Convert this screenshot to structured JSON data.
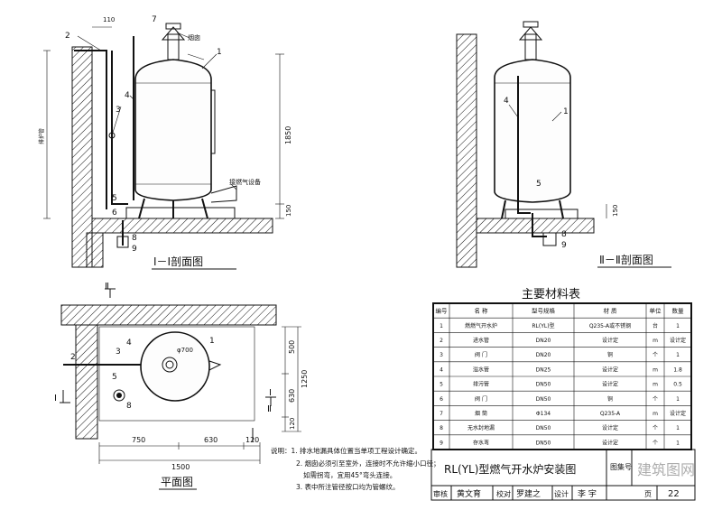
{
  "section_1": {
    "title": "Ⅰ－Ⅰ剖面图",
    "callouts": [
      "1",
      "2",
      "3",
      "4",
      "5",
      "6",
      "7",
      "8",
      "9"
    ],
    "dims": {
      "top_offset": "110",
      "height": "1850",
      "base": "150"
    },
    "labels": {
      "chimney": "烟囱",
      "pipe": "接燃气设备",
      "vertical": "排护管"
    }
  },
  "section_2": {
    "title": "Ⅱ－Ⅱ剖面图",
    "callouts": [
      "1",
      "4",
      "5",
      "8",
      "9"
    ],
    "dims": {
      "base": "150"
    }
  },
  "plan": {
    "title": "平面图",
    "callouts": [
      "1",
      "2",
      "3",
      "4",
      "5",
      "8"
    ],
    "section_marks": [
      "Ⅱ",
      "Ⅰ",
      "Ⅱ",
      "Ⅰ"
    ],
    "dims_h": [
      "750",
      "630",
      "120",
      "1500"
    ],
    "dims_v": [
      "500",
      "1250",
      "630",
      "120"
    ],
    "dia": "φ700"
  },
  "table": {
    "title": "主要材料表",
    "headers": [
      "编号",
      "名  称",
      "型号规格",
      "材    质",
      "单位",
      "数量"
    ],
    "rows": [
      [
        "1",
        "燃燃气开水炉",
        "RL(YL)型",
        "Q235-A或不锈钢",
        "台",
        "1"
      ],
      [
        "2",
        "进水管",
        "DN20",
        "设计定",
        "m",
        "设计定"
      ],
      [
        "3",
        "阀  门",
        "DN20",
        "铜",
        "个",
        "1"
      ],
      [
        "4",
        "溢水管",
        "DN25",
        "设计定",
        "m",
        "1.8"
      ],
      [
        "5",
        "排污管",
        "DN50",
        "设计定",
        "m",
        "0.5"
      ],
      [
        "6",
        "阀  门",
        "DN50",
        "铜",
        "个",
        "1"
      ],
      [
        "7",
        "烟  筒",
        "Φ134",
        "Q235-A",
        "m",
        "设计定"
      ],
      [
        "8",
        "无水封地漏",
        "DN50",
        "设计定",
        "个",
        "1"
      ],
      [
        "9",
        "存水弯",
        "DN50",
        "设计定",
        "个",
        "1"
      ]
    ]
  },
  "notes": [
    "说明：1. 排水地漏具体位置当单项工程设计确定。",
    "2. 烟囱必须引至室外，连接时不允许缩小口径；",
    "如需拐弯，宜用45°弯头连接。",
    "3. 表中所注管径按口均为管螺纹。"
  ],
  "titleblock": {
    "drawing_name": "RL(YL)型燃气开水炉安装图",
    "row_labels": [
      "审核",
      "黄文育",
      "校对",
      "罗建之",
      "设计",
      "李  宇"
    ],
    "sheet_label": "页",
    "sheet_no": "22",
    "side_label": "图集号"
  },
  "watermark": "建筑图网"
}
